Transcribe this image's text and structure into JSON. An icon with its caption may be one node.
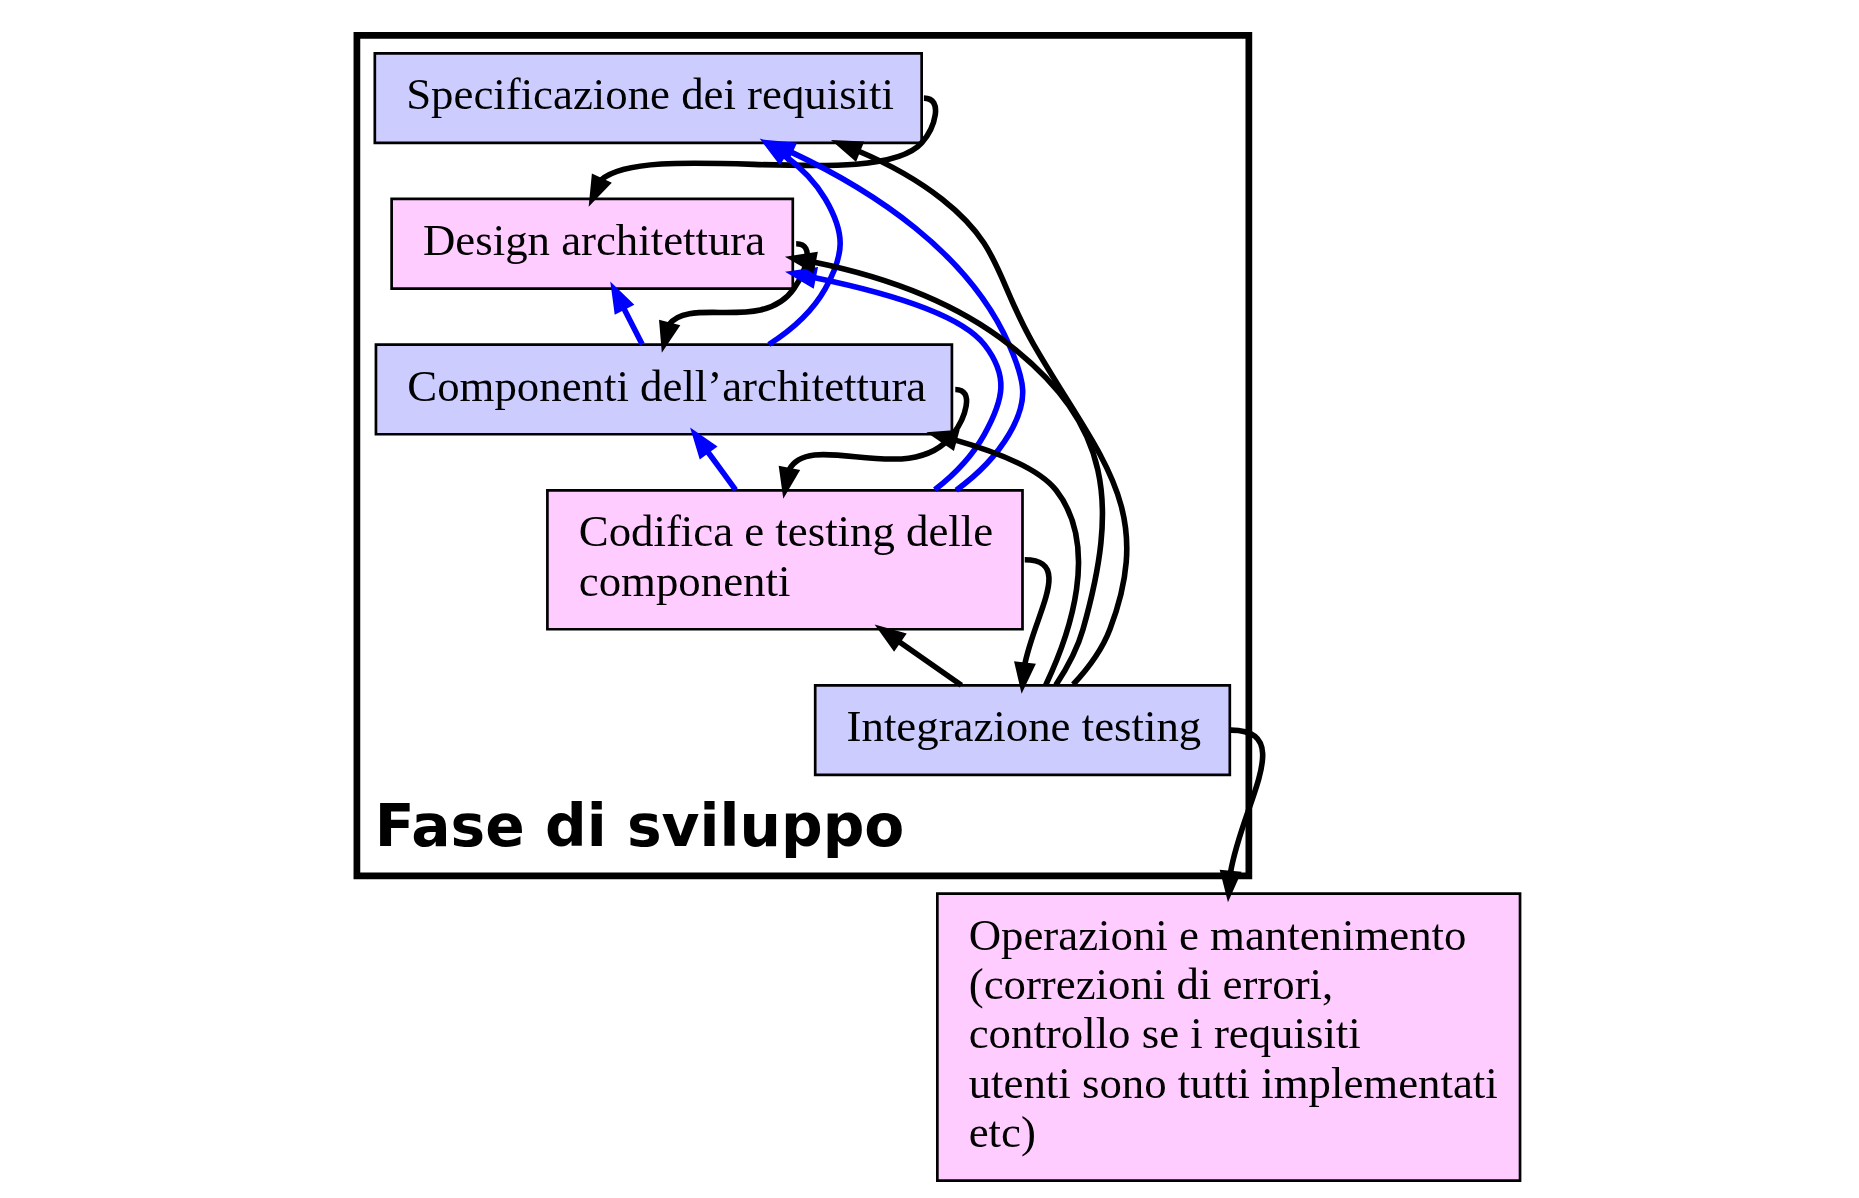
{
  "diagram": {
    "nodes": [
      {
        "text": [
          "Fase di sviluppo"
        ]
      },
      {
        "text": [
          "Specificazione dei requisiti"
        ],
        "in": 0
      },
      {
        "text": [
          "Design architettura"
        ],
        "in": 0
      },
      {
        "text": [
          "Componenti dell’architettura"
        ],
        "in": 0
      },
      {
        "text": [
          "Codifica e testing delle componenti"
        ],
        "in": 0
      },
      {
        "text": [
          "Integrazione testing"
        ],
        "in": 0
      },
      {
        "text": [
          "Operazioni e mantenimento (correzioni di errori, controllo se i requisiti utenti sono tutti implementati etc)"
        ]
      }
    ],
    "edges": [
      {
        "from": 1,
        "to": 2,
        "arrow": "to"
      },
      {
        "from": 2,
        "to": 3,
        "arrow": "to"
      },
      {
        "from": 3,
        "to": 4,
        "arrow": "to"
      },
      {
        "from": 4,
        "to": 5,
        "arrow": "to"
      },
      {
        "from": 5,
        "to": 6,
        "arrow": "to"
      },
      {
        "from": 3,
        "to": 1,
        "arrow": "to",
        "color": "#0000ff"
      },
      {
        "from": 3,
        "to": 2,
        "arrow": "to",
        "color": "#0000ff"
      },
      {
        "from": 4,
        "to": 1,
        "arrow": "to",
        "color": "#0000ff"
      },
      {
        "from": 4,
        "to": 2,
        "arrow": "to",
        "color": "#0000ff"
      },
      {
        "from": 4,
        "to": 3,
        "arrow": "to",
        "color": "#0000ff"
      },
      {
        "from": 5,
        "to": 1,
        "arrow": "to"
      },
      {
        "from": 5,
        "to": 2,
        "arrow": "to"
      },
      {
        "from": 5,
        "to": 3,
        "arrow": "to"
      },
      {
        "from": 5,
        "to": 4,
        "arrow": "to"
      }
    ]
  }
}
